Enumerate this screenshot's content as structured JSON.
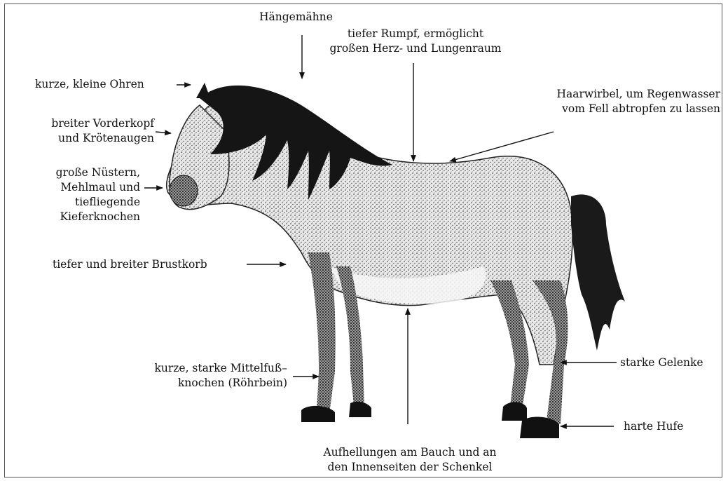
{
  "labels": {
    "haengemaehne": "Hängemähne",
    "rumpf": "tiefer Rumpf, ermöglicht\ngroßen Herz- und Lungenraum",
    "ohren": "kurze, kleine Ohren",
    "vorderkopf": "breiter Vorderkopf\nund Krötenaugen",
    "nuestern": "große Nüstern,\nMehlmaul und\ntiefliegende\nKieferknochen",
    "haarwirbel": "Haarwirbel, um Regenwasser\nvom Fell abtropfen zu lassen",
    "brustkorb": "tiefer und breiter Brustkorb",
    "mittelfuss": "kurze, starke Mittelfuß–\nknochen (Röhrbein)",
    "gelenke": "starke Gelenke",
    "hufe": "harte Hufe",
    "aufhellungen": "Aufhellungen am Bauch und an\nden Innenseiten der Schenkel"
  }
}
